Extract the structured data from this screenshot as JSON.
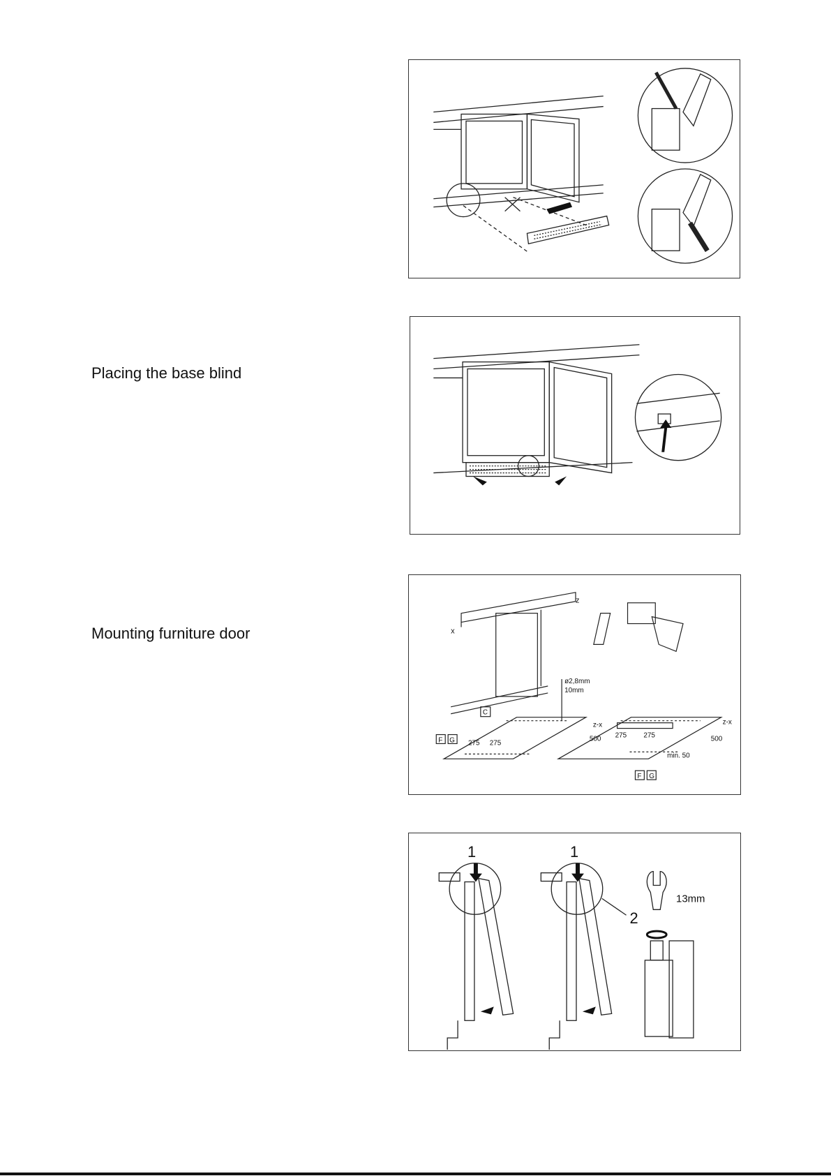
{
  "sections": {
    "base_blind": {
      "heading": "Placing the base blind"
    },
    "furniture_door": {
      "heading": "Mounting furniture door"
    }
  },
  "figure3": {
    "label_x": "x",
    "label_z": "z",
    "drill_diameter": "ø2,8mm",
    "drill_depth": "10mm",
    "part_c": "C",
    "part_f": "F",
    "part_g": "G",
    "dim_275_a": "275",
    "dim_275_b": "275",
    "dim_500_left": "500",
    "dim_zx_left": "z-x",
    "dim_275_c": "275",
    "dim_275_d": "275",
    "dim_500_right": "500",
    "dim_zx_right": "z-x",
    "dim_min50": "min. 50"
  },
  "figure4": {
    "step1_left": "1",
    "step1_right": "1",
    "step2": "2",
    "wrench_size": "13mm"
  }
}
